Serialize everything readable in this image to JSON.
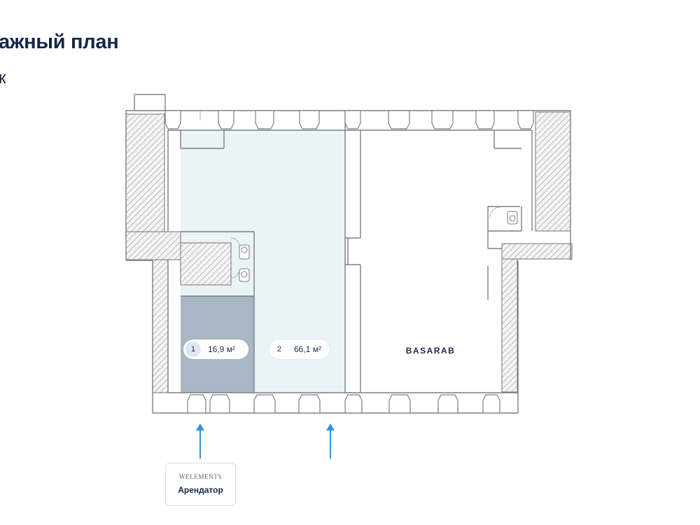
{
  "header": {
    "title": "ажный план",
    "subtitle": "к"
  },
  "units": [
    {
      "number": "1",
      "area": "16,9 м²",
      "status": "occupied"
    },
    {
      "number": "2",
      "area": "66,1 м²",
      "status": "available"
    }
  ],
  "neighbor": {
    "label": "BASARAB"
  },
  "tenant_card": {
    "logo_text": "WELEMENTS",
    "role": "Арендатор"
  },
  "colors": {
    "unit_1_fill": "#a9b6c4",
    "unit_2_fill": "#eaf3f8",
    "wall": "#8a8f96",
    "hatch": "#9aa0a6",
    "entrance_arrow": "#3a8fd6"
  },
  "icons": [
    "entrance-arrow-icon",
    "toilet-icon",
    "sink-icon",
    "door-swing-icon"
  ]
}
